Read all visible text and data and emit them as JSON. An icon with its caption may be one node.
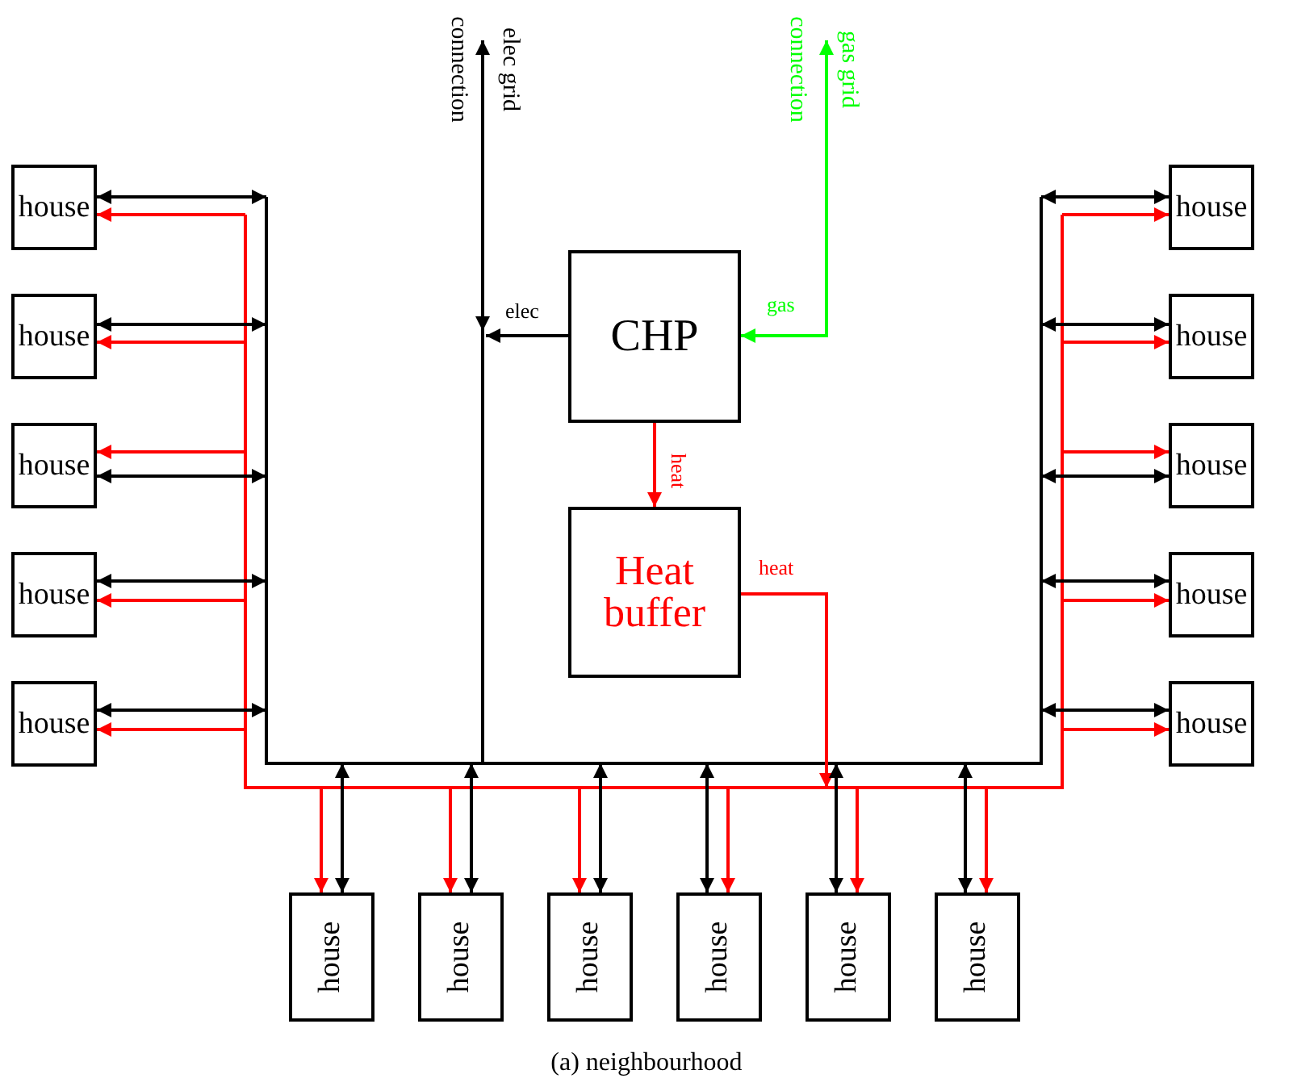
{
  "diagram": {
    "caption": "(a) neighbourhood",
    "nodes": [
      {
        "text": [
          "elec grid connection"
        ]
      },
      {
        "text": [
          "gas grid connection"
        ]
      },
      {
        "text": [
          "CHP"
        ]
      },
      {
        "text": [
          "Heat buffer"
        ]
      },
      {
        "text": [
          "house"
        ]
      },
      {
        "text": [
          "house"
        ]
      },
      {
        "text": [
          "house"
        ]
      },
      {
        "text": [
          "house"
        ]
      },
      {
        "text": [
          "house"
        ]
      },
      {
        "text": [
          "house"
        ]
      },
      {
        "text": [
          "house"
        ]
      },
      {
        "text": [
          "house"
        ]
      },
      {
        "text": [
          "house"
        ]
      },
      {
        "text": [
          "house"
        ]
      },
      {
        "text": [
          "house"
        ]
      },
      {
        "text": [
          "house"
        ]
      },
      {
        "text": [
          "house"
        ]
      },
      {
        "text": [
          "house"
        ]
      },
      {
        "text": [
          "house"
        ]
      },
      {
        "text": [
          "house"
        ]
      }
    ],
    "edges": [
      {
        "from": 2,
        "to": null,
        "arrow": "to",
        "label": "elec"
      },
      {
        "from": null,
        "to": 0,
        "arrow": "both"
      },
      {
        "from": 2,
        "to": 1,
        "arrow": "both",
        "label": "gas",
        "color": "#00ff00"
      },
      {
        "from": 2,
        "to": 3,
        "arrow": "to",
        "label": "heat",
        "color": "#ff0000"
      },
      {
        "from": 3,
        "to": null,
        "arrow": "to",
        "label": "heat",
        "color": "#ff0000"
      },
      {
        "from": null,
        "to": 4,
        "arrow": "both"
      },
      {
        "from": null,
        "to": 4,
        "arrow": "to",
        "color": "#ff0000"
      },
      {
        "from": null,
        "to": 5,
        "arrow": "both"
      },
      {
        "from": null,
        "to": 5,
        "arrow": "to",
        "color": "#ff0000"
      },
      {
        "from": null,
        "to": 6,
        "arrow": "both"
      },
      {
        "from": null,
        "to": 6,
        "arrow": "to",
        "color": "#ff0000"
      },
      {
        "from": null,
        "to": 7,
        "arrow": "both"
      },
      {
        "from": null,
        "to": 7,
        "arrow": "to",
        "color": "#ff0000"
      },
      {
        "from": null,
        "to": 8,
        "arrow": "both"
      },
      {
        "from": null,
        "to": 8,
        "arrow": "to",
        "color": "#ff0000"
      },
      {
        "from": null,
        "to": 9,
        "arrow": "both"
      },
      {
        "from": null,
        "to": 9,
        "arrow": "to",
        "color": "#ff0000"
      },
      {
        "from": null,
        "to": 10,
        "arrow": "both"
      },
      {
        "from": null,
        "to": 10,
        "arrow": "to",
        "color": "#ff0000"
      },
      {
        "from": null,
        "to": 11,
        "arrow": "both"
      },
      {
        "from": null,
        "to": 11,
        "arrow": "to",
        "color": "#ff0000"
      },
      {
        "from": null,
        "to": 12,
        "arrow": "both"
      },
      {
        "from": null,
        "to": 12,
        "arrow": "to",
        "color": "#ff0000"
      },
      {
        "from": null,
        "to": 13,
        "arrow": "both"
      },
      {
        "from": null,
        "to": 13,
        "arrow": "to",
        "color": "#ff0000"
      },
      {
        "from": null,
        "to": 14,
        "arrow": "both"
      },
      {
        "from": null,
        "to": 14,
        "arrow": "to",
        "color": "#ff0000"
      },
      {
        "from": null,
        "to": 15,
        "arrow": "both"
      },
      {
        "from": null,
        "to": 15,
        "arrow": "to",
        "color": "#ff0000"
      },
      {
        "from": null,
        "to": 16,
        "arrow": "both"
      },
      {
        "from": null,
        "to": 16,
        "arrow": "to",
        "color": "#ff0000"
      },
      {
        "from": null,
        "to": 17,
        "arrow": "both"
      },
      {
        "from": null,
        "to": 17,
        "arrow": "to",
        "color": "#ff0000"
      },
      {
        "from": null,
        "to": 18,
        "arrow": "both"
      },
      {
        "from": null,
        "to": 18,
        "arrow": "to",
        "color": "#ff0000"
      },
      {
        "from": null,
        "to": 19,
        "arrow": "both"
      },
      {
        "from": null,
        "to": 19,
        "arrow": "to",
        "color": "#ff0000"
      }
    ]
  }
}
